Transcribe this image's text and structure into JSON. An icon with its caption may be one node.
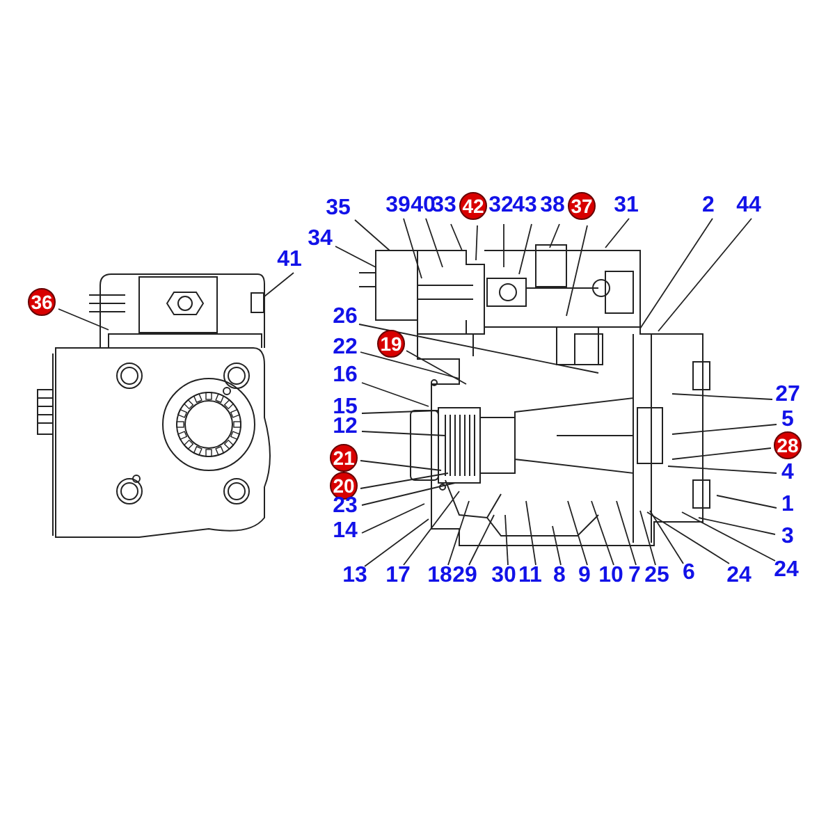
{
  "diagram": {
    "nodes": [
      {
        "text": [
          "35"
        ]
      },
      {
        "text": [
          "39"
        ]
      },
      {
        "text": [
          "40"
        ]
      },
      {
        "text": [
          "33"
        ]
      },
      {
        "text": [
          "42"
        ]
      },
      {
        "text": [
          "32"
        ]
      },
      {
        "text": [
          "43"
        ]
      },
      {
        "text": [
          "38"
        ]
      },
      {
        "text": [
          "37"
        ]
      },
      {
        "text": [
          "31"
        ]
      },
      {
        "text": [
          "2"
        ]
      },
      {
        "text": [
          "44"
        ]
      },
      {
        "text": [
          "34"
        ]
      },
      {
        "text": [
          "41"
        ]
      },
      {
        "text": [
          "36"
        ]
      },
      {
        "text": [
          "26"
        ]
      },
      {
        "text": [
          "22"
        ]
      },
      {
        "text": [
          "19"
        ]
      },
      {
        "text": [
          "16"
        ]
      },
      {
        "text": [
          "15"
        ]
      },
      {
        "text": [
          "12"
        ]
      },
      {
        "text": [
          "27"
        ]
      },
      {
        "text": [
          "5"
        ]
      },
      {
        "text": [
          "28"
        ]
      },
      {
        "text": [
          "4"
        ]
      },
      {
        "text": [
          "21"
        ]
      },
      {
        "text": [
          "20"
        ]
      },
      {
        "text": [
          "1"
        ]
      },
      {
        "text": [
          "23"
        ]
      },
      {
        "text": [
          "14"
        ]
      },
      {
        "text": [
          "3"
        ]
      },
      {
        "text": [
          "13"
        ]
      },
      {
        "text": [
          "17"
        ]
      },
      {
        "text": [
          "18"
        ]
      },
      {
        "text": [
          "29"
        ]
      },
      {
        "text": [
          "30"
        ]
      },
      {
        "text": [
          "11"
        ]
      },
      {
        "text": [
          "8"
        ]
      },
      {
        "text": [
          "9"
        ]
      },
      {
        "text": [
          "10"
        ]
      },
      {
        "text": [
          "7"
        ]
      },
      {
        "text": [
          "25"
        ]
      },
      {
        "text": [
          "6"
        ]
      },
      {
        "text": [
          "24"
        ]
      },
      {
        "text": [
          "24"
        ]
      },
      {
        "text": [],
        "shape": "box"
      }
    ],
    "edges": [
      {
        "from": 0,
        "to": null,
        "arrow": "none"
      },
      {
        "from": 1,
        "to": null,
        "arrow": "none"
      },
      {
        "from": 2,
        "to": null,
        "arrow": "none"
      },
      {
        "from": 3,
        "to": null,
        "arrow": "none"
      },
      {
        "from": 4,
        "to": null,
        "arrow": "none"
      },
      {
        "from": 5,
        "to": null,
        "arrow": "none"
      },
      {
        "from": 6,
        "to": null,
        "arrow": "none"
      },
      {
        "from": 7,
        "to": null,
        "arrow": "none"
      },
      {
        "from": 8,
        "to": null,
        "arrow": "none"
      },
      {
        "from": 9,
        "to": null,
        "arrow": "none"
      },
      {
        "from": 10,
        "to": null,
        "arrow": "none"
      },
      {
        "from": 11,
        "to": null,
        "arrow": "none"
      },
      {
        "from": 12,
        "to": null,
        "arrow": "none"
      },
      {
        "from": 13,
        "to": 45,
        "arrow": "none"
      },
      {
        "from": 14,
        "to": null,
        "arrow": "none"
      },
      {
        "from": 15,
        "to": null,
        "arrow": "none"
      },
      {
        "from": 16,
        "to": null,
        "arrow": "none"
      },
      {
        "from": 17,
        "to": null,
        "arrow": "none"
      },
      {
        "from": 18,
        "to": null,
        "arrow": "none"
      },
      {
        "from": 19,
        "to": null,
        "arrow": "none"
      },
      {
        "from": 20,
        "to": null,
        "arrow": "none"
      },
      {
        "from": 21,
        "to": null,
        "arrow": "none"
      },
      {
        "from": 22,
        "to": null,
        "arrow": "none"
      },
      {
        "from": 23,
        "to": null,
        "arrow": "none"
      },
      {
        "from": 24,
        "to": null,
        "arrow": "none"
      },
      {
        "from": 25,
        "to": null,
        "arrow": "none"
      },
      {
        "from": 26,
        "to": null,
        "arrow": "none"
      },
      {
        "from": 27,
        "to": null,
        "arrow": "none"
      },
      {
        "from": 28,
        "to": null,
        "arrow": "none"
      },
      {
        "from": 29,
        "to": null,
        "arrow": "none"
      },
      {
        "from": 30,
        "to": null,
        "arrow": "none"
      },
      {
        "from": 31,
        "to": null,
        "arrow": "none"
      },
      {
        "from": 32,
        "to": null,
        "arrow": "none"
      },
      {
        "from": 33,
        "to": null,
        "arrow": "none"
      },
      {
        "from": 34,
        "to": null,
        "arrow": "none"
      },
      {
        "from": 35,
        "to": null,
        "arrow": "none"
      },
      {
        "from": 36,
        "to": null,
        "arrow": "none"
      },
      {
        "from": 37,
        "to": null,
        "arrow": "none"
      },
      {
        "from": 38,
        "to": null,
        "arrow": "none"
      },
      {
        "from": 39,
        "to": null,
        "arrow": "none"
      },
      {
        "from": 40,
        "to": null,
        "arrow": "none"
      },
      {
        "from": 41,
        "to": null,
        "arrow": "none"
      },
      {
        "from": 42,
        "to": null,
        "arrow": "none"
      },
      {
        "from": 43,
        "to": null,
        "arrow": "none"
      },
      {
        "from": 44,
        "to": null,
        "arrow": "none"
      }
    ]
  }
}
